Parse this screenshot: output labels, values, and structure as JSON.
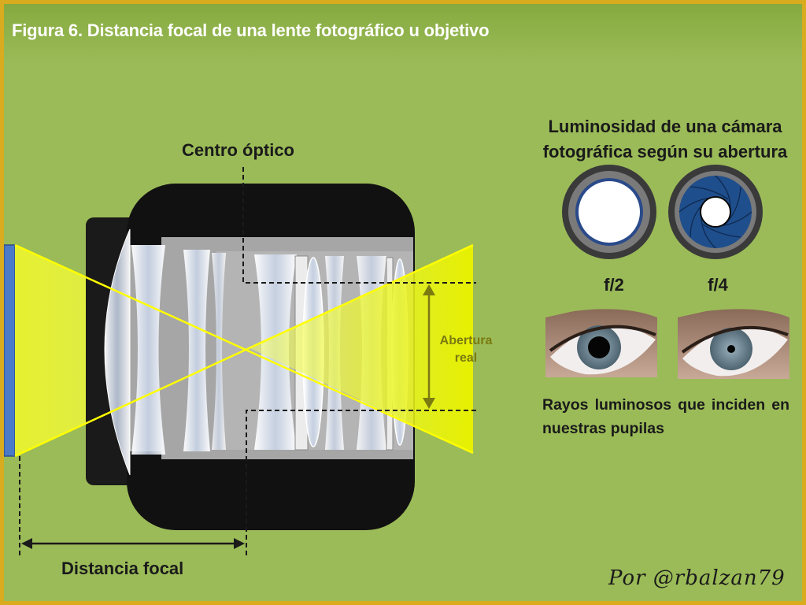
{
  "title": "Figura 6. Distancia focal de una lente fotográfico  u objetivo",
  "labels": {
    "optical_center": "Centro óptico",
    "focal_distance": "Distancia focal",
    "aperture": "Abertura real"
  },
  "luminosity": {
    "heading": "Luminosidad de una cámara fotográfica según su abertura",
    "stops": [
      "f/2",
      "f/4"
    ],
    "caption": "Rayos luminosos que inciden en nuestras pupilas"
  },
  "credit": "Por @rbalzan79",
  "colors": {
    "background": "#9bbb58",
    "frame": "#d8ac1e",
    "light_rays": "#ffff00",
    "lens_body": "#111111",
    "iris_blue": "#1f4e8c",
    "sensor": "#4a7ac8"
  }
}
